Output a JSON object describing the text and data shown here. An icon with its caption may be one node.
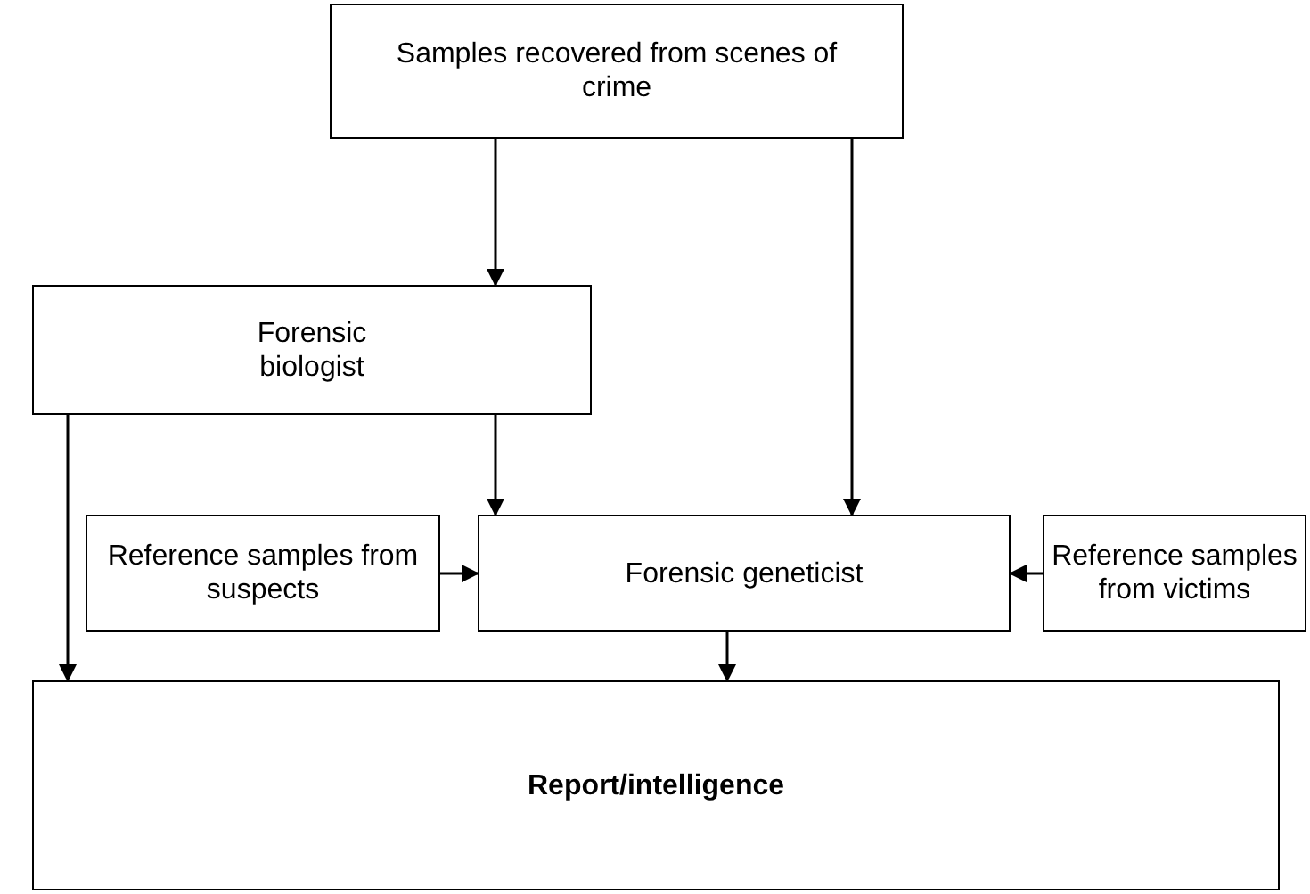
{
  "diagram": {
    "nodes": [
      {
        "text": [
          "Samples recovered from scenes of crime"
        ]
      },
      {
        "text": [
          "Forensic biologist"
        ]
      },
      {
        "text": [
          "Reference samples from suspects"
        ]
      },
      {
        "text": [
          "Forensic geneticist"
        ]
      },
      {
        "text": [
          "Reference samples from victims"
        ]
      },
      {
        "text": [
          "Report/intelligence"
        ]
      }
    ],
    "edges": [
      {
        "from": 0,
        "to": 1,
        "arrow": "to"
      },
      {
        "from": 0,
        "to": 3,
        "arrow": "to"
      },
      {
        "from": 1,
        "to": 3,
        "arrow": "to"
      },
      {
        "from": 1,
        "to": 5,
        "arrow": "to"
      },
      {
        "from": 2,
        "to": 3,
        "arrow": "to"
      },
      {
        "from": 4,
        "to": 3,
        "arrow": "to"
      },
      {
        "from": 3,
        "to": 5,
        "arrow": "to"
      }
    ]
  }
}
